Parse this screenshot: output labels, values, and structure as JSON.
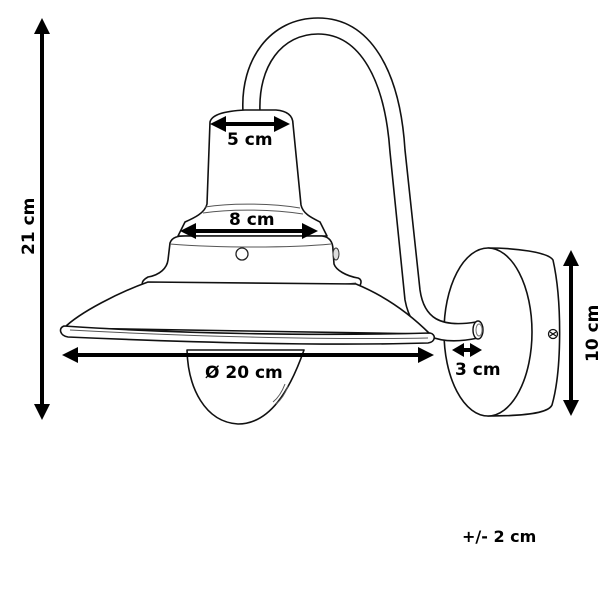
{
  "diagram": {
    "subject": "wall lamp dimension drawing",
    "dimensions": {
      "total_height": "21 cm",
      "top_width": "5 cm",
      "collar_width": "8 cm",
      "shade_diameter": "Ø 20 cm",
      "arm_depth": "3 cm",
      "backplate_height": "10 cm"
    },
    "tolerance_note": "+/- 2 cm",
    "colors": {
      "line": "#111111",
      "background": "#ffffff",
      "dimension": "#000000"
    }
  }
}
